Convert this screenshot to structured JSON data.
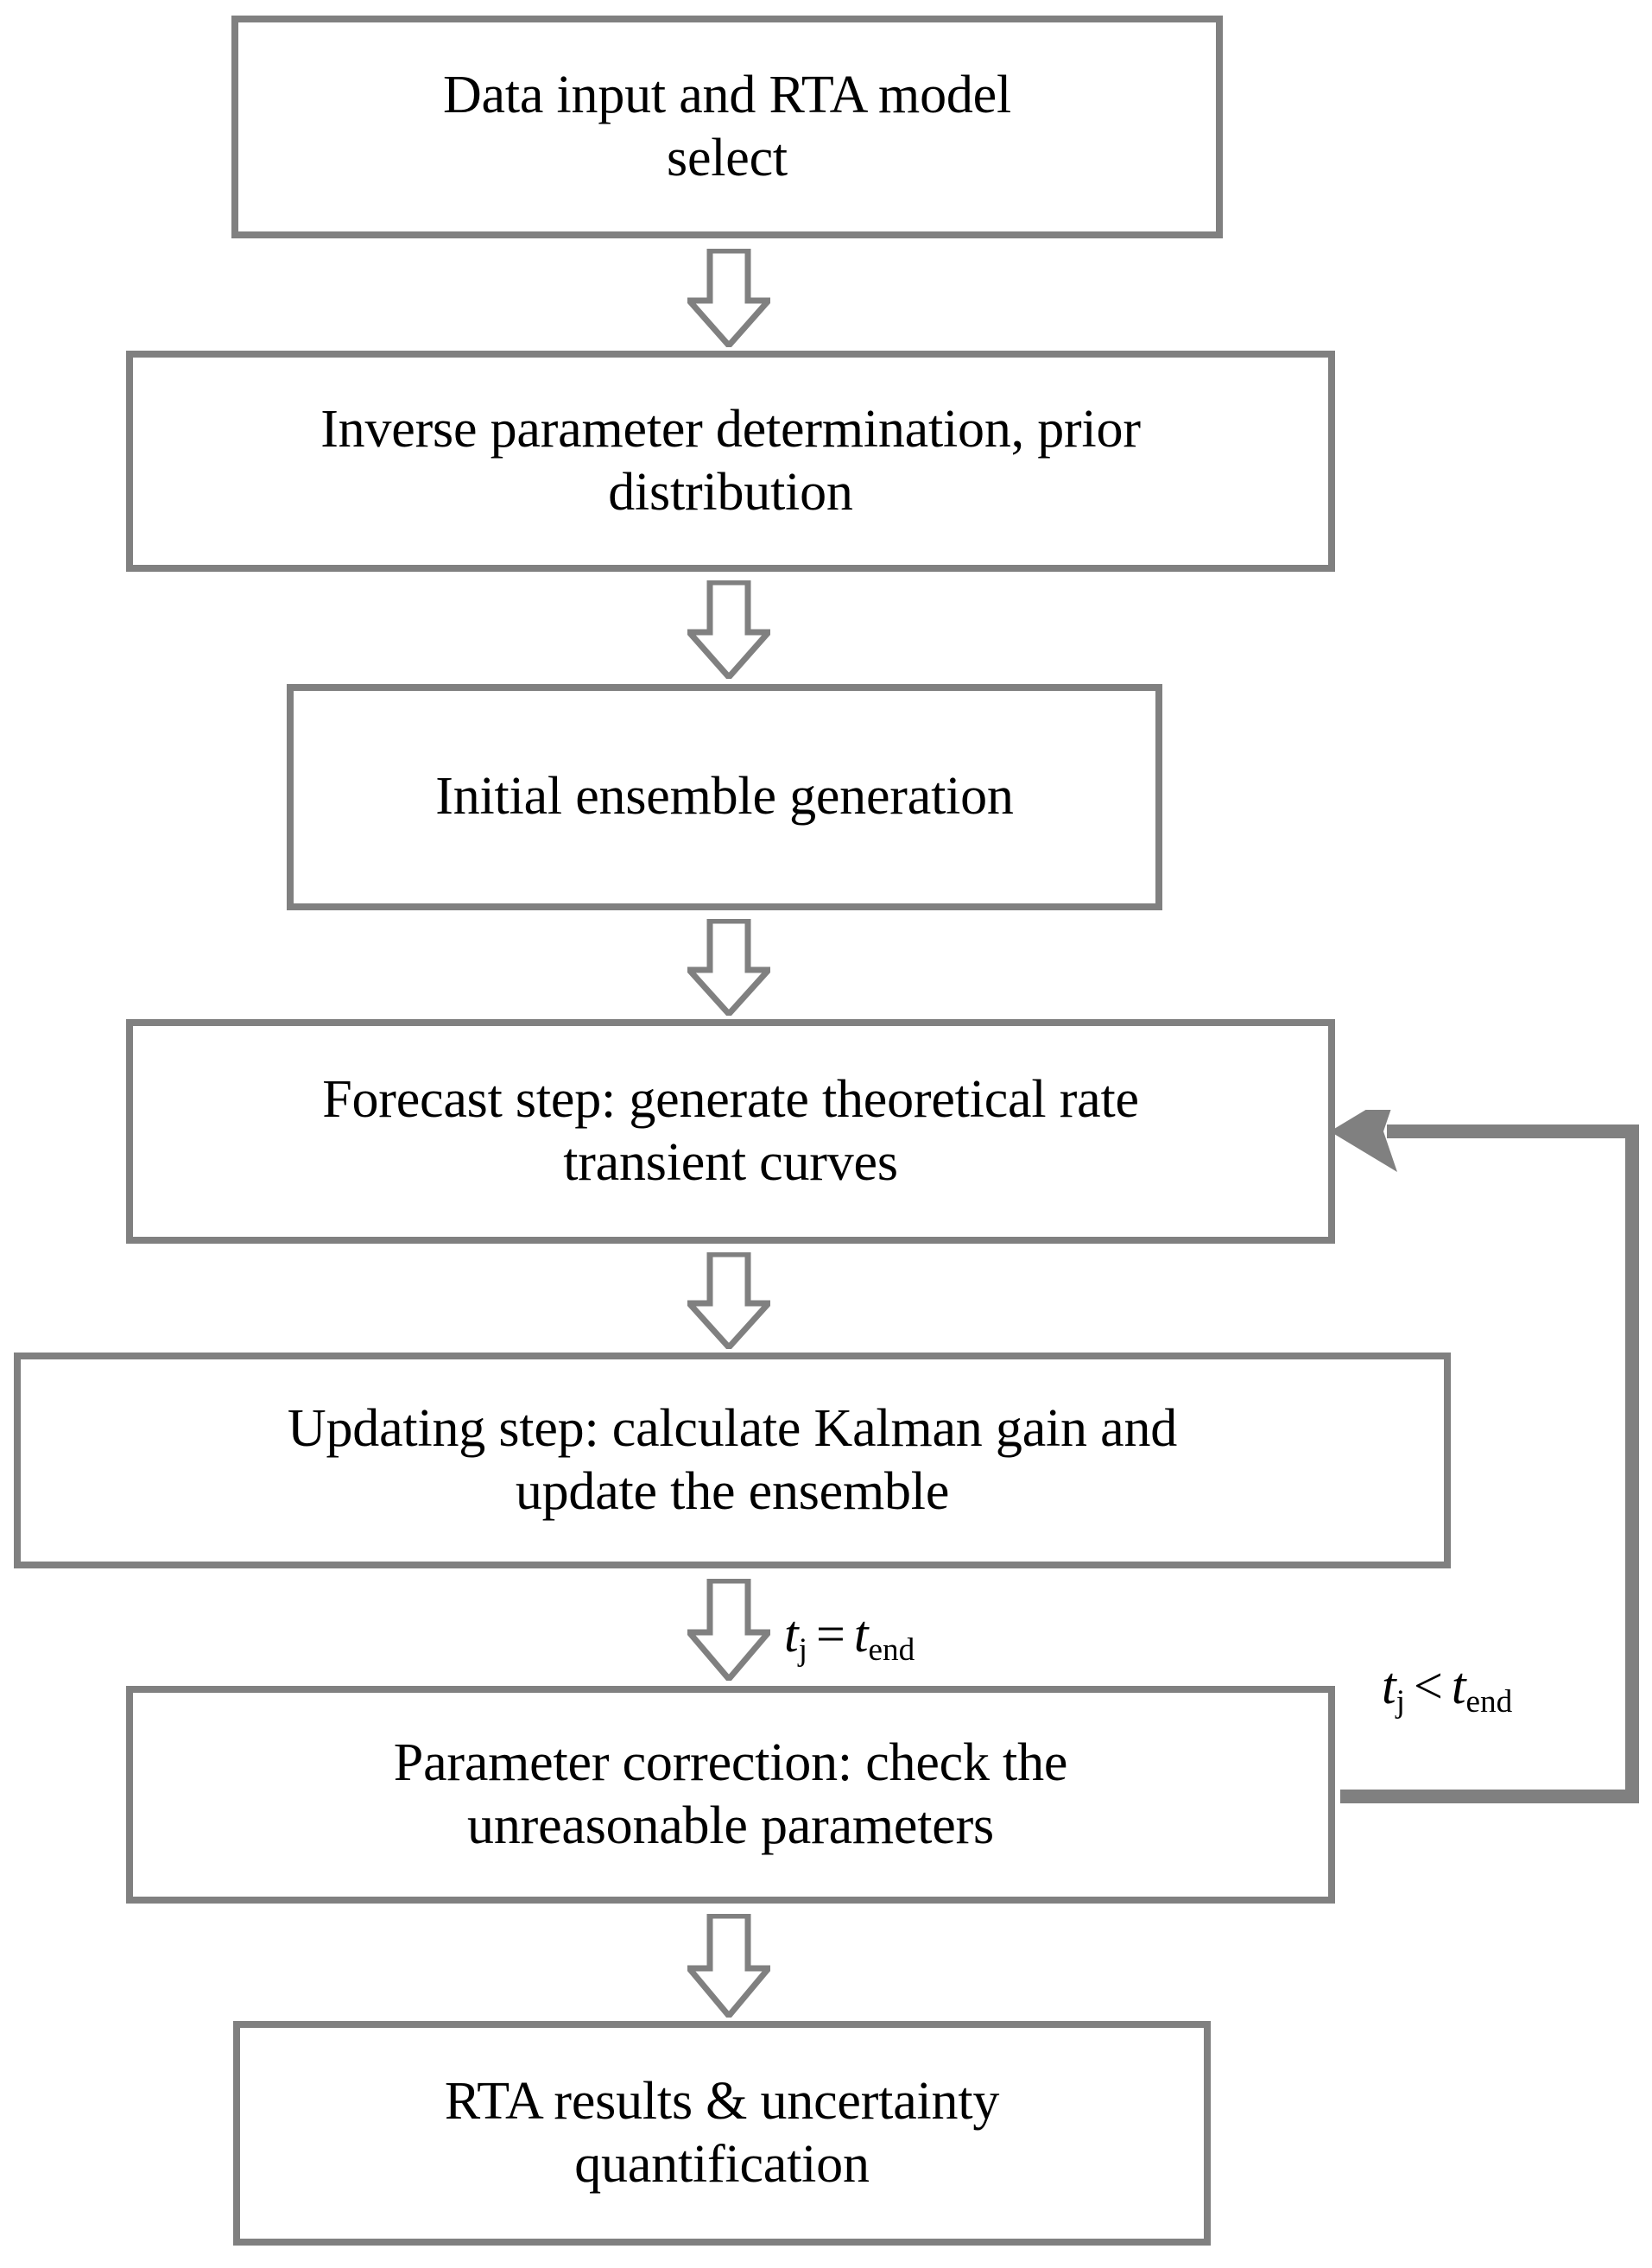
{
  "diagram": {
    "type": "flowchart",
    "title": "RTA ensemble Kalman filter workflow",
    "orientation": "top-to-bottom",
    "colors": {
      "box_border": "#808080",
      "box_fill": "#ffffff",
      "arrow_stroke": "#808080",
      "text": "#000000",
      "background": "#ffffff"
    },
    "nodes": [
      {
        "id": "input",
        "text": "Data input and RTA model select",
        "line1": "Data input and RTA model",
        "line2": "select"
      },
      {
        "id": "inverse",
        "text": "Inverse parameter determination, prior distribution",
        "line1": "Inverse parameter determination, prior",
        "line2": "distribution"
      },
      {
        "id": "ensemble",
        "text": "Initial ensemble generation",
        "line1": "Initial ensemble generation",
        "line2": ""
      },
      {
        "id": "forecast",
        "text": "Forecast step: generate theoretical rate transient curves",
        "line1": "Forecast step: generate theoretical rate",
        "line2": "transient curves"
      },
      {
        "id": "updating",
        "text": "Updating step: calculate Kalman gain and update the ensemble",
        "line1": "Updating step: calculate Kalman gain and",
        "line2": "update the ensemble"
      },
      {
        "id": "correction",
        "text": "Parameter correction: check the unreasonable parameters",
        "line1": "Parameter correction: check the",
        "line2": "unreasonable parameters"
      },
      {
        "id": "results",
        "text": "RTA results & uncertainty quantification",
        "line1": "RTA results & uncertainty",
        "line2": "quantification"
      }
    ],
    "edges": [
      {
        "id": "e1",
        "from": "input",
        "to": "inverse",
        "style": "hollow-block-arrow",
        "direction": "down",
        "label": ""
      },
      {
        "id": "e2",
        "from": "inverse",
        "to": "ensemble",
        "style": "hollow-block-arrow",
        "direction": "down",
        "label": ""
      },
      {
        "id": "e3",
        "from": "ensemble",
        "to": "forecast",
        "style": "hollow-block-arrow",
        "direction": "down",
        "label": ""
      },
      {
        "id": "e4",
        "from": "forecast",
        "to": "updating",
        "style": "hollow-block-arrow",
        "direction": "down",
        "label": ""
      },
      {
        "id": "e5",
        "from": "updating",
        "to": "correction",
        "style": "hollow-block-arrow",
        "direction": "down",
        "label": "t_j = t_end"
      },
      {
        "id": "e6",
        "from": "correction",
        "to": "results",
        "style": "hollow-block-arrow",
        "direction": "down",
        "label": ""
      },
      {
        "id": "e7",
        "from": "correction",
        "to": "forecast",
        "style": "solid-line-arrow",
        "direction": "loop-right-up",
        "label": "t_j < t_end"
      }
    ],
    "labels": {
      "t_equals": {
        "var": "t",
        "sub": "j",
        "op": "=",
        "var2": "t",
        "sub2": "end",
        "plain": "tj = tend"
      },
      "t_less": {
        "var": "t",
        "sub": "j",
        "op": "<",
        "var2": "t",
        "sub2": "end",
        "plain": "tj < tend"
      }
    }
  }
}
